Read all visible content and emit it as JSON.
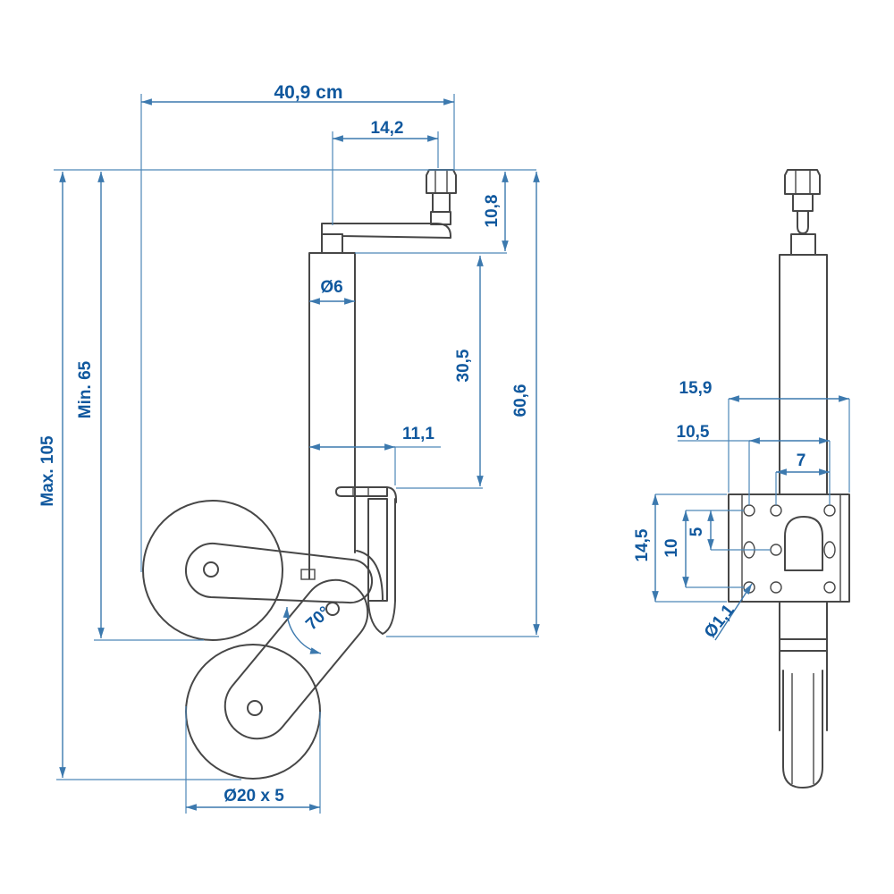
{
  "colors": {
    "dimension_text": "#10589e",
    "dimension_line": "#3c79ae",
    "extension_line": "#4d87b8",
    "drawing_line": "#474747",
    "background": "#ffffff"
  },
  "front_view": {
    "dims": {
      "overall_width": "40,9 cm",
      "crank_span": "14,2",
      "crank_drop": "10,8",
      "tube_diameter": "Ø6",
      "inner_tube_length": "30,5",
      "total_length": "60,6",
      "bracket_width": "11,1",
      "min_height": "Min. 65",
      "max_height": "Max. 105",
      "swivel_angle": "70°",
      "wheel_size": "Ø20 x 5"
    }
  },
  "side_view": {
    "dims": {
      "plate_width": "15,9",
      "hole_span_wide": "10,5",
      "hole_span_narrow": "7",
      "plate_height": "14,5",
      "hole_rows_span": "10",
      "hole_row_gap": "5",
      "hole_diameter": "Ø1,1"
    }
  }
}
